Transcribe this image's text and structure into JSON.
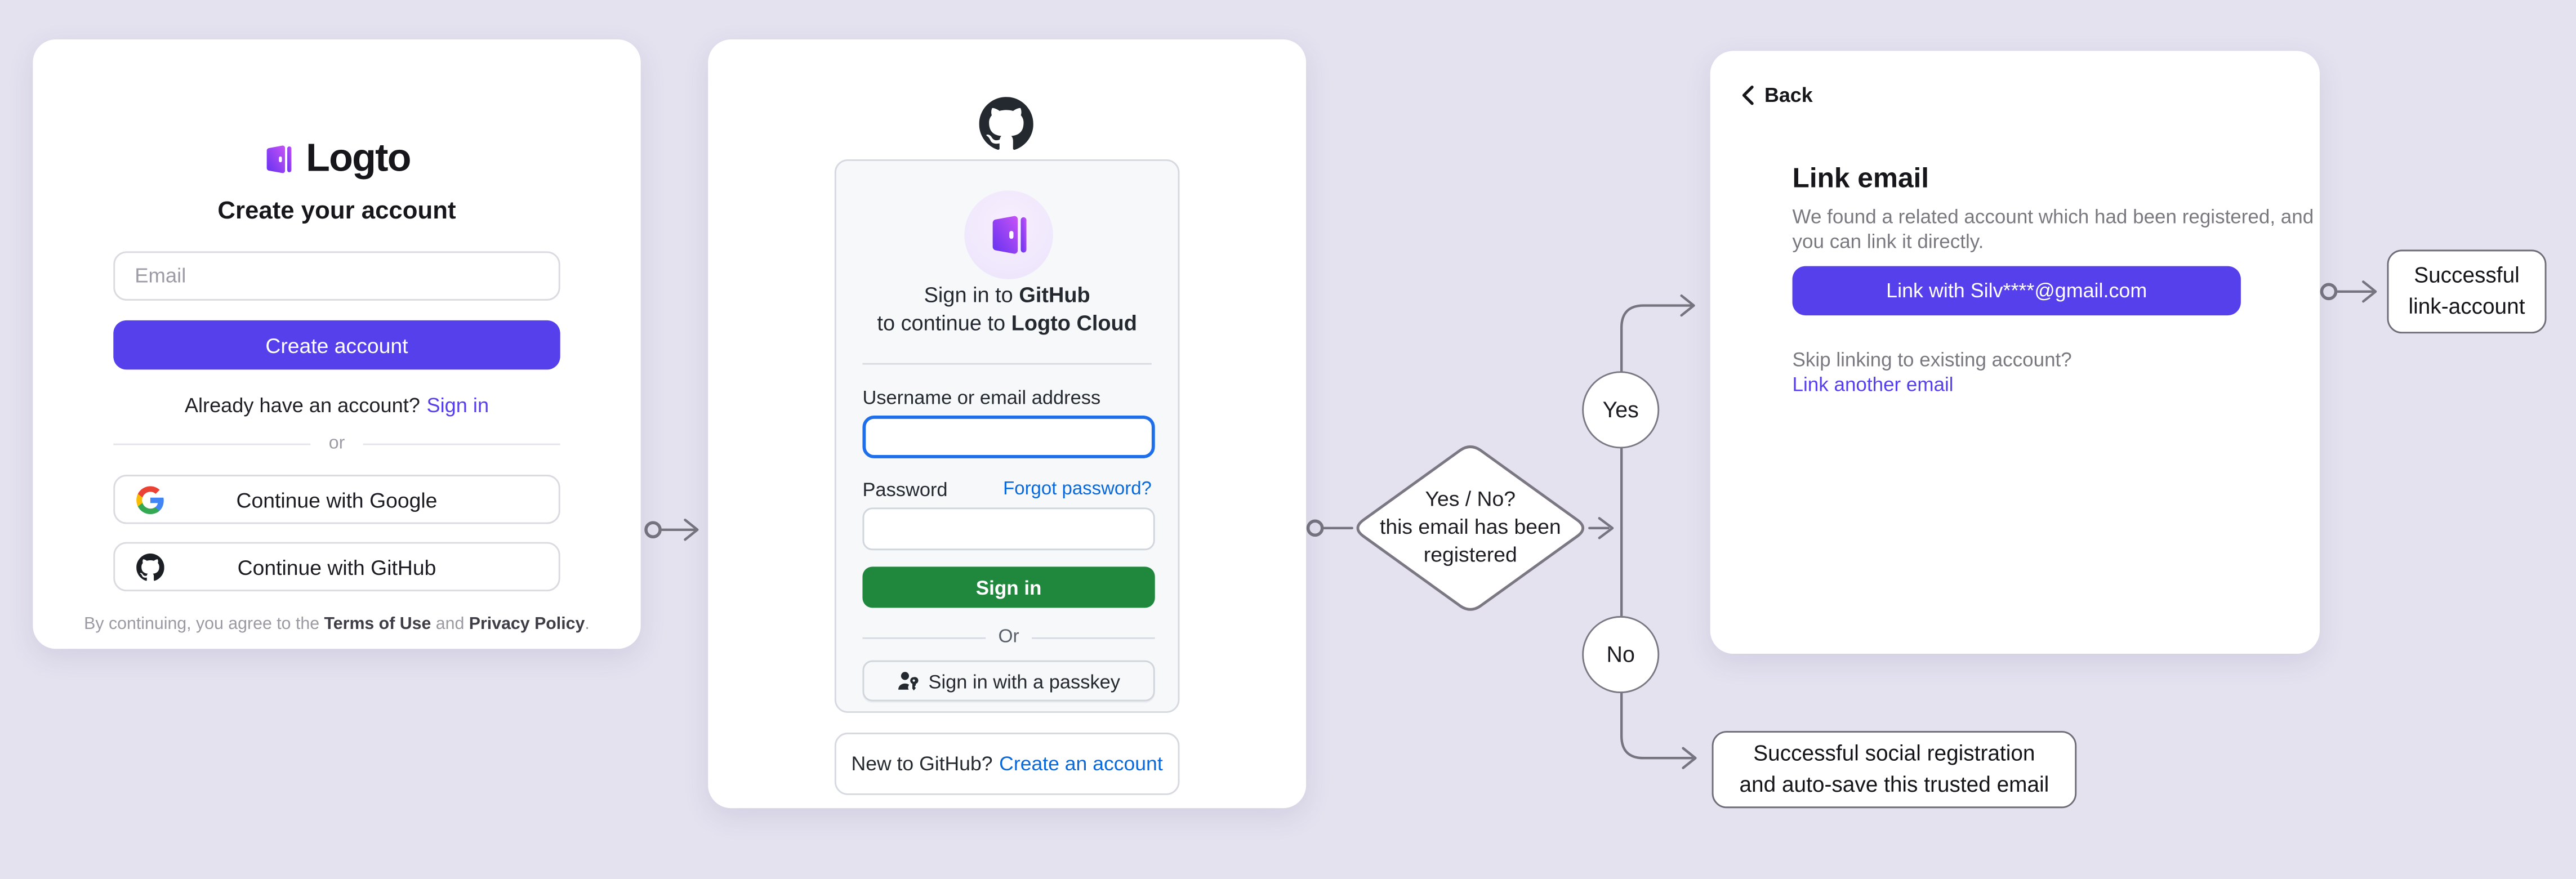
{
  "colors": {
    "background": "#e4e2ef",
    "accent_purple": "#5640eb",
    "flow_line": "#76747e",
    "github_green": "#1f883d",
    "github_link_blue": "#0969da",
    "github_focus_blue": "#1f6feb"
  },
  "logto_card": {
    "brand_name": "Logto",
    "title": "Create your account",
    "email_input": {
      "value": "",
      "placeholder": "Email"
    },
    "create_button_label": "Create account",
    "signin_prompt": "Already have an account?",
    "signin_link_label": "Sign in",
    "divider_label": "or",
    "google_button_label": "Continue with Google",
    "github_button_label": "Continue with GitHub",
    "footer": {
      "prefix": "By continuing, you agree to the ",
      "terms_link": "Terms of Use",
      "middle": " and ",
      "privacy_link": "Privacy Policy",
      "suffix": "."
    }
  },
  "github_card": {
    "heading": {
      "line1_prefix": "Sign in to ",
      "line1_bold": "GitHub",
      "line2_prefix": "to continue to ",
      "line2_bold": "Logto Cloud"
    },
    "username_label": "Username or email address",
    "username_input": {
      "value": ""
    },
    "password_label": "Password",
    "forgot_password_link": "Forgot password?",
    "password_input": {
      "value": ""
    },
    "signin_button_label": "Sign in",
    "divider_label": "Or",
    "passkey_button_label": "Sign in with a passkey",
    "footer_prompt": "New to GitHub?",
    "footer_link": "Create an account"
  },
  "link_email_card": {
    "back_label": "Back",
    "title": "Link email",
    "description_line1": "We found a related account which had been registered, and",
    "description_line2": "you can link it directly.",
    "link_button_label": "Link with Silv****@gmail.com",
    "skip_prompt": "Skip linking to existing account?",
    "skip_link_label": "Link another email"
  },
  "flowchart": {
    "decision": {
      "line1": "Yes / No?",
      "line2": "this email has been",
      "line3": "registered"
    },
    "yes_label": "Yes",
    "no_label": "No",
    "outcome_link_account": {
      "line1": "Successful",
      "line2": "link-account"
    },
    "outcome_social": {
      "line1": "Successful social registration",
      "line2": "and auto-save this trusted email"
    }
  }
}
